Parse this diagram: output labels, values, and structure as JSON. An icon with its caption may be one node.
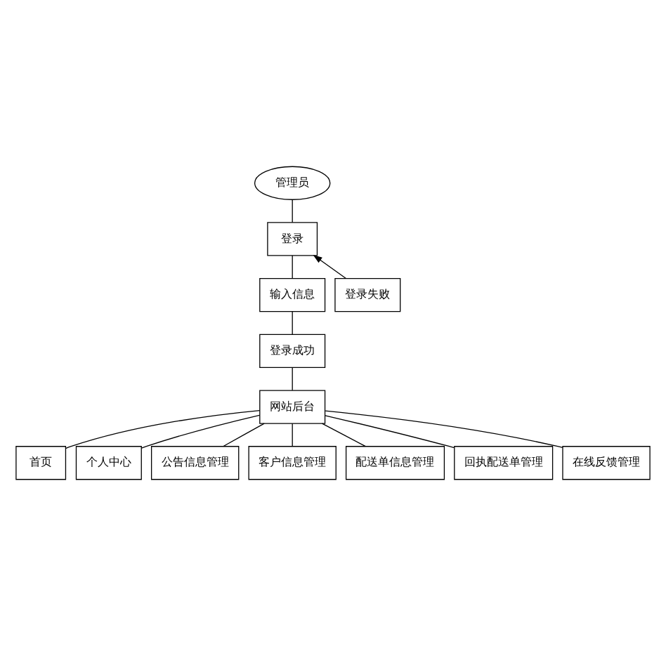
{
  "diagram": {
    "nodes": [
      {
        "text": [
          "管理员"
        ]
      },
      {
        "text": [
          "登录"
        ]
      },
      {
        "text": [
          "登录失败"
        ]
      },
      {
        "text": [
          "输入信息"
        ]
      },
      {
        "text": [
          "登录成功"
        ]
      },
      {
        "text": [
          "网站后台"
        ]
      },
      {
        "text": [
          "首页"
        ]
      },
      {
        "text": [
          "个人中心"
        ]
      },
      {
        "text": [
          "公告信息管理"
        ]
      },
      {
        "text": [
          "客户信息管理"
        ]
      },
      {
        "text": [
          "配送单信息管理"
        ]
      },
      {
        "text": [
          "回执配送单管理"
        ]
      },
      {
        "text": [
          "在线反馈管理"
        ]
      }
    ],
    "edges": [
      {
        "from": 0,
        "to": 1,
        "arrow": "none"
      },
      {
        "from": 2,
        "to": 1,
        "arrow": "to"
      },
      {
        "from": 1,
        "to": 3,
        "arrow": "none"
      },
      {
        "from": 3,
        "to": 4,
        "arrow": "none"
      },
      {
        "from": 4,
        "to": 5,
        "arrow": "none"
      },
      {
        "from": 5,
        "to": 6,
        "arrow": "none"
      },
      {
        "from": 5,
        "to": 7,
        "arrow": "none"
      },
      {
        "from": 5,
        "to": 8,
        "arrow": "none"
      },
      {
        "from": 5,
        "to": 9,
        "arrow": "none"
      },
      {
        "from": 5,
        "to": 10,
        "arrow": "none"
      },
      {
        "from": 5,
        "to": 11,
        "arrow": "none"
      },
      {
        "from": 5,
        "to": 12,
        "arrow": "none"
      }
    ]
  }
}
